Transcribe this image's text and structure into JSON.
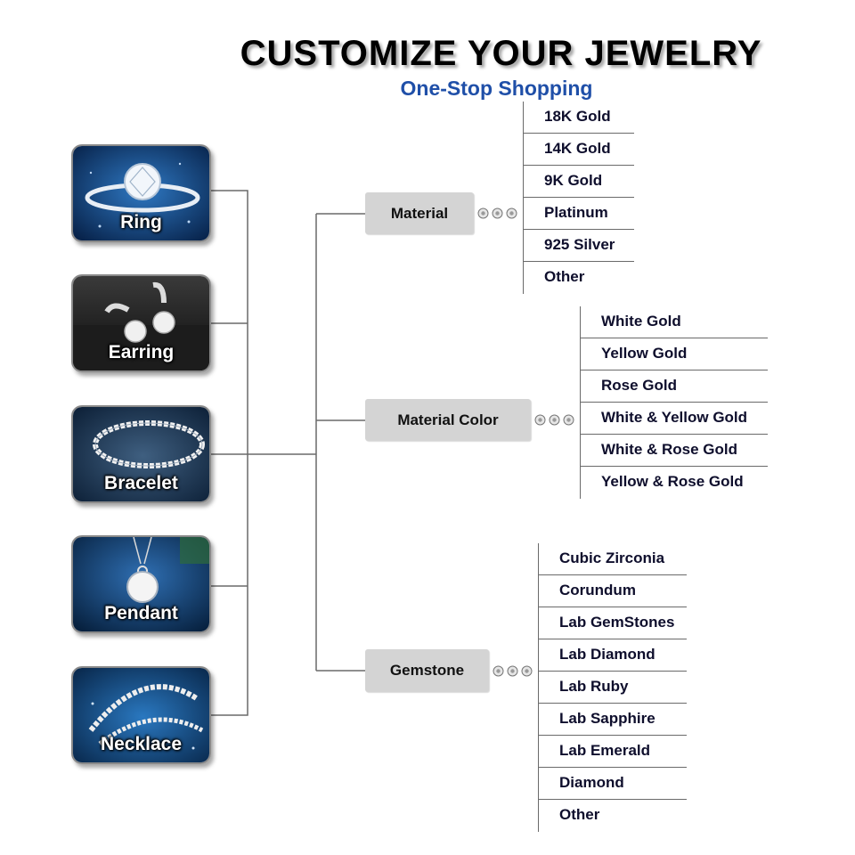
{
  "header": {
    "title": "CUSTOMIZE YOUR JEWELRY",
    "subtitle": "One-Stop Shopping"
  },
  "products": [
    {
      "label": "Ring",
      "icon": "ring-icon"
    },
    {
      "label": "Earring",
      "icon": "earring-icon"
    },
    {
      "label": "Bracelet",
      "icon": "bracelet-icon"
    },
    {
      "label": "Pendant",
      "icon": "pendant-icon"
    },
    {
      "label": "Necklace",
      "icon": "necklace-icon"
    }
  ],
  "categories": [
    {
      "label": "Material",
      "options": [
        "18K Gold",
        "14K Gold",
        "9K Gold",
        "Platinum",
        "925 Silver",
        "Other"
      ]
    },
    {
      "label": "Material Color",
      "options": [
        "White Gold",
        "Yellow Gold",
        "Rose Gold",
        "White & Yellow Gold",
        "White & Rose Gold",
        "Yellow & Rose Gold"
      ]
    },
    {
      "label": "Gemstone",
      "options": [
        "Cubic Zirconia",
        "Corundum",
        "Lab GemStones",
        "Lab Diamond",
        "Lab Ruby",
        "Lab Sapphire",
        "Lab Emerald",
        "Diamond",
        "Other"
      ]
    }
  ],
  "colors": {
    "title": "#000000",
    "subtitle": "#1f4fa8",
    "category_box": "#d4d4d4",
    "option_text": "#0e0e2c",
    "card_background": "#0d3a6e"
  }
}
